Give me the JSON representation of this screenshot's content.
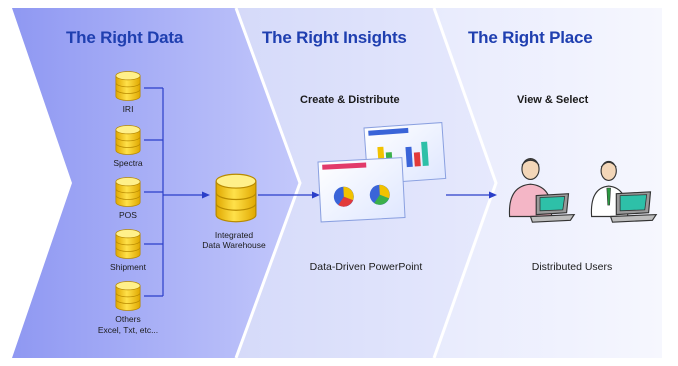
{
  "colors": {
    "panel1_left": "#8f98f2",
    "panel1_right": "#c3c8fb",
    "panel2": "#e0e4fc",
    "panel3": "#eef0fd",
    "title_blue": "#1f3fb0",
    "connector": "#2b3fc9",
    "db_yellow": "#f6c815"
  },
  "sections": [
    {
      "title": "The Right Data"
    },
    {
      "title": "The Right Insights",
      "subtitle": "Create & Distribute",
      "caption": "Data-Driven PowerPoint"
    },
    {
      "title": "The Right Place",
      "subtitle": "View & Select",
      "caption": "Distributed Users"
    }
  ],
  "sources": [
    {
      "label": "IRI"
    },
    {
      "label": "Spectra"
    },
    {
      "label": "POS"
    },
    {
      "label": "Shipment"
    },
    {
      "label": "Others",
      "label2": "Excel, Txt, etc..."
    }
  ],
  "warehouse": {
    "line1": "Integrated",
    "line2": "Data Warehouse"
  },
  "icons": [
    "database-icon",
    "powerpoint-slide-icon",
    "user-at-laptop-icon"
  ]
}
